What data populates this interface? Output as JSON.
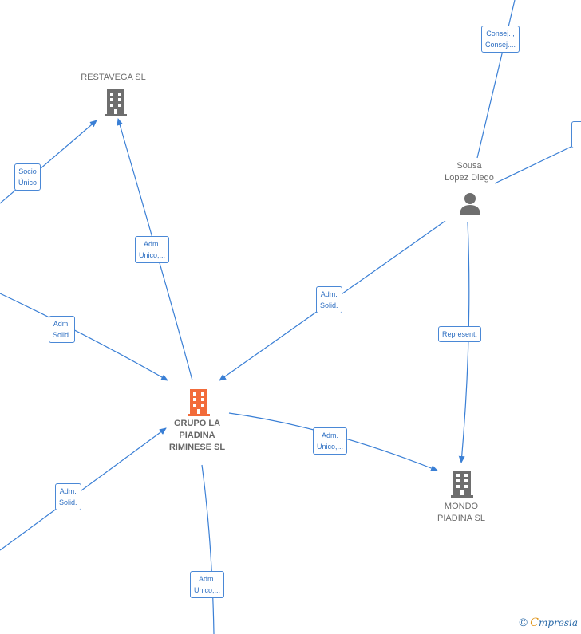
{
  "nodes": {
    "restavega": {
      "label": "RESTAVEGA SL",
      "type": "company"
    },
    "grupo": {
      "label_lines": [
        "GRUPO LA",
        "PIADINA",
        "RIMINESE SL"
      ],
      "type": "company-main"
    },
    "mondo": {
      "label_lines": [
        "MONDO",
        "PIADINA SL"
      ],
      "type": "company"
    },
    "sousa": {
      "label_lines": [
        "Sousa",
        "Lopez Diego"
      ],
      "type": "person"
    }
  },
  "edges": {
    "socio_unico": [
      "Socio",
      "Único"
    ],
    "adm_unico_restavega": [
      "Adm.",
      "Unico,..."
    ],
    "adm_solid_left": [
      "Adm.",
      "Solid."
    ],
    "adm_solid_sousa": [
      "Adm.",
      "Solid."
    ],
    "represent": [
      "Represent."
    ],
    "consej": [
      "Consej. ,",
      "Consej...."
    ],
    "adm_unico_mondo": [
      "Adm.",
      "Unico,..."
    ],
    "adm_solid_bottom_left": [
      "Adm.",
      "Solid."
    ],
    "adm_unico_bottom": [
      "Adm.",
      "Unico,..."
    ]
  },
  "branding": {
    "copyright": "©",
    "brand_initial": "C",
    "brand_rest": "mpresia"
  },
  "colors": {
    "edge": "#3a7fd5",
    "node_gray": "#6e6e6e",
    "node_main": "#f26b3a"
  }
}
